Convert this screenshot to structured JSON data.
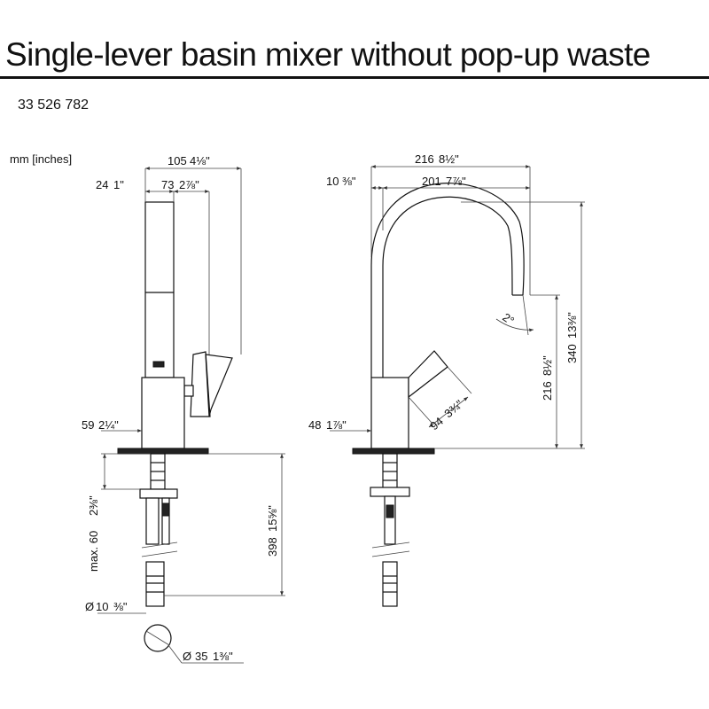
{
  "header": {
    "title": "Single-lever basin mixer without pop-up waste",
    "product_code": "33 526 782",
    "units_note": "mm [inches]"
  },
  "side_view": {
    "dim_top_total": "105",
    "dim_top_total_in": "4⅛\"",
    "dim_lever_offset": "73",
    "dim_lever_offset_in": "2⅞\"",
    "dim_spout_width": "24",
    "dim_spout_width_in": "1\"",
    "dim_body_width": "59",
    "dim_body_width_in": "2¼\"",
    "dim_max_counter": "max. 60",
    "dim_max_counter_in": "2⅜\"",
    "dim_below_counter": "398",
    "dim_below_counter_in": "15⅝\"",
    "dim_hose_diameter": "10",
    "dim_hose_diameter_in": "⅜\"",
    "dim_hole_diameter": "35",
    "dim_hole_diameter_in": "1⅜\"",
    "diameter_symbol": "Ø"
  },
  "front_view": {
    "dim_total_reach": "216",
    "dim_total_reach_in": "8½\"",
    "dim_spout_reach": "201",
    "dim_spout_reach_in": "7⅞\"",
    "dim_offset": "10",
    "dim_offset_in": "⅜\"",
    "dim_total_height": "340",
    "dim_total_height_in": "13⅜\"",
    "dim_outlet_height": "216",
    "dim_outlet_height_in": "8½\"",
    "dim_lever_length": "94",
    "dim_lever_length_in": "3¾\"",
    "dim_body_width": "48",
    "dim_body_width_in": "1⅞\"",
    "dim_angle": "2°"
  }
}
